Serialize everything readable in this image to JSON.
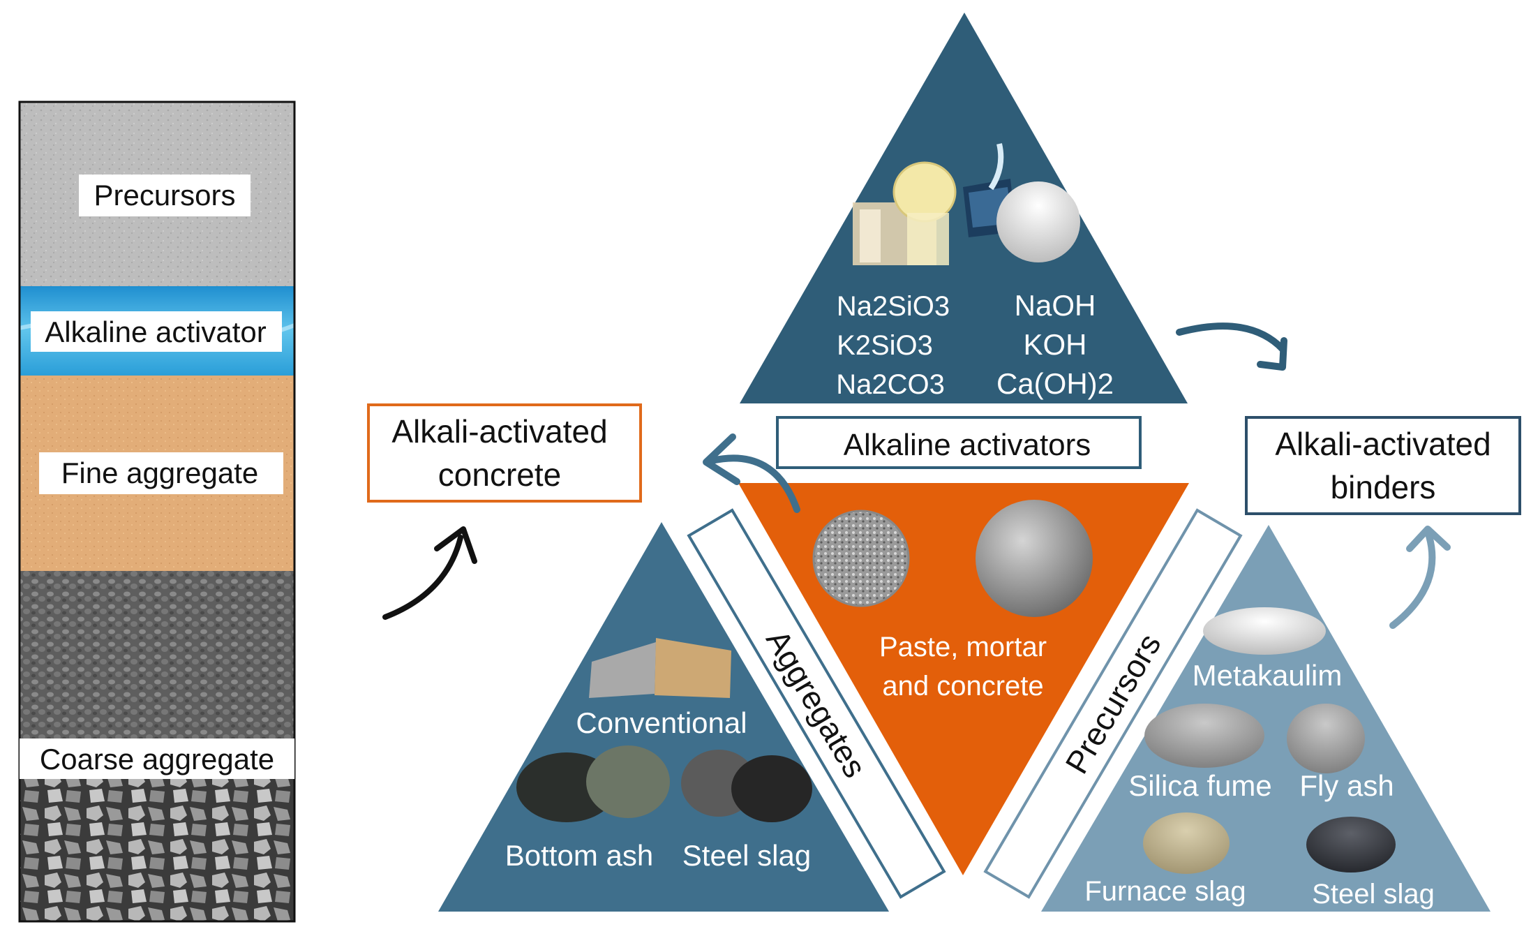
{
  "column": {
    "layers": [
      {
        "label": "Precursors"
      },
      {
        "label": "Alkaline activator"
      },
      {
        "label": "Fine aggregate"
      },
      {
        "label": "Coarse aggregate"
      }
    ]
  },
  "boxes": {
    "concrete_line1": "Alkali-activated",
    "concrete_line2": "concrete",
    "binders_line1": "Alkali-activated",
    "binders_line2": "binders",
    "activators": "Alkaline activators",
    "aggregates": "Aggregates",
    "precursors": "Precursors"
  },
  "activators": {
    "left": [
      "Na2SiO3",
      "K2SiO3",
      "Na2CO3"
    ],
    "right": [
      "NaOH",
      "KOH",
      "Ca(OH)2"
    ]
  },
  "center": {
    "line1": "Paste, mortar",
    "line2": "and concrete"
  },
  "aggregates": {
    "conventional": "Conventional",
    "bottom_ash": "Bottom ash",
    "steel_slag": "Steel slag"
  },
  "precursors": {
    "metakaulim": "Metakaulim",
    "silica_fume": "Silica fume",
    "fly_ash": "Fly ash",
    "furnace_slag": "Furnace slag",
    "steel_slag": "Steel slag"
  },
  "colors": {
    "top_triangle": "#2f5d78",
    "left_triangle": "#3f6f8c",
    "right_triangle": "#7b9fb6",
    "center_triangle": "#e35f0a",
    "concrete_box_border": "#e06a1b",
    "binders_box_border": "#2d4f6a",
    "activator_box_border": "#2f5d78",
    "aggregates_box_border": "#3f6f8c",
    "precursors_box_border": "#6f93ab"
  }
}
